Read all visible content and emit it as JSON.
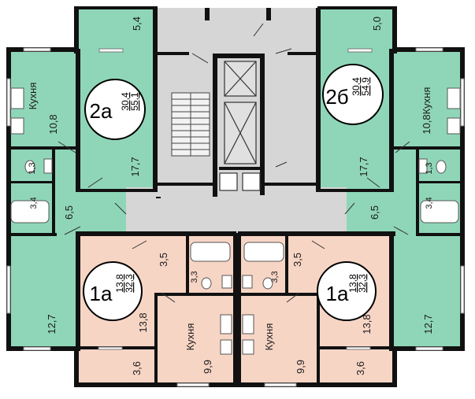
{
  "colors": {
    "green_room": "#8fd6b8",
    "pink_room": "#f7d5c5",
    "common": "#d6d6d6",
    "wall": "#111111",
    "circle": "#ffffff"
  },
  "apartments": {
    "a2a": {
      "number": "2а",
      "living": "30,4",
      "total": "55,1"
    },
    "a2b": {
      "number": "2б",
      "living": "30,4",
      "total": "54,9"
    },
    "a1a_left": {
      "number": "1а",
      "living": "13,8",
      "total": "32,3"
    },
    "a1a_right": {
      "number": "1а",
      "living": "13,8",
      "total": "32,3"
    }
  },
  "rooms": {
    "balcony_tl": "5,4",
    "balcony_tr": "5,0",
    "kitchen_word": "Кухня",
    "kitchen_left_area": "10,8",
    "kitchen_right_area": "10,8",
    "room_left_main": "17,7",
    "room_right_main": "17,7",
    "bath_left_small": "1,3",
    "bath_right_small": "1,3",
    "bath_left": "3,4",
    "bath_right": "3,4",
    "hall_left": "6,5",
    "hall_right": "6,5",
    "room_left_bottom": "12,7",
    "room_right_bottom": "12,7",
    "hall_1a_left": "3,5",
    "hall_1a_right": "3,5",
    "bath_1a_left": "3,3",
    "bath_1a_right": "3,3",
    "room_1a_left": "13,8",
    "room_1a_right": "13,8",
    "kitchen_1a_left": "9,9",
    "kitchen_1a_right": "9,9",
    "balcony_bl": "3,6",
    "balcony_br": "3,6"
  }
}
